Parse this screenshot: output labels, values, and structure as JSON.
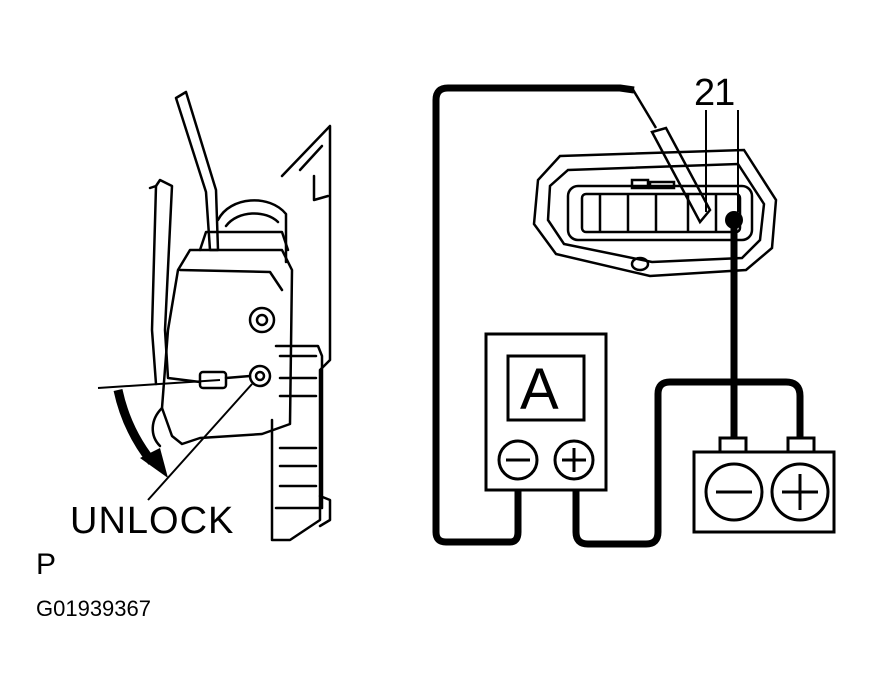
{
  "labels": {
    "unlock": "UNLOCK",
    "position": "P",
    "figure_code": "G01939367",
    "pin_numbers": "21",
    "meter": "A"
  },
  "symbols": {
    "negative": "minus-sign",
    "positive": "plus-sign"
  }
}
